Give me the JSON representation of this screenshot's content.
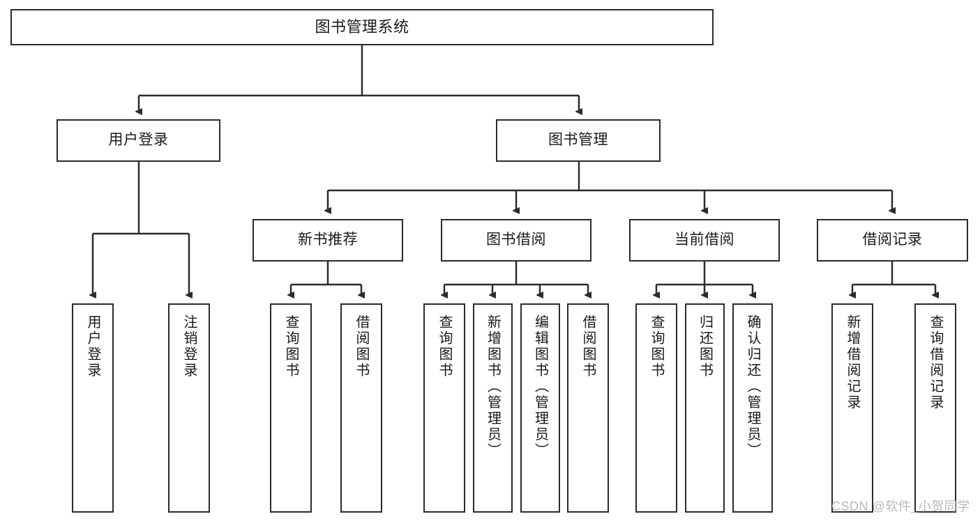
{
  "diagram": {
    "title": "图书管理系统",
    "root": {
      "label": "图书管理系统"
    },
    "level2": [
      {
        "label": "用户登录"
      },
      {
        "label": "图书管理"
      }
    ],
    "level3": [
      {
        "label": "新书推荐"
      },
      {
        "label": "图书借阅"
      },
      {
        "label": "当前借阅"
      },
      {
        "label": "借阅记录"
      }
    ],
    "leaves": {
      "user_login": [
        {
          "label": "用户登录"
        },
        {
          "label": "注销登录"
        }
      ],
      "new_book_recommend": [
        {
          "label": "查询图书"
        },
        {
          "label": "借阅图书"
        }
      ],
      "book_borrow": [
        {
          "label": "查询图书"
        },
        {
          "label": "新增图书（管理员）"
        },
        {
          "label": "编辑图书（管理员）"
        },
        {
          "label": "借阅图书"
        }
      ],
      "current_borrow": [
        {
          "label": "查询图书"
        },
        {
          "label": "归还图书"
        },
        {
          "label": "确认归还（管理员）"
        }
      ],
      "borrow_record": [
        {
          "label": "新增借阅记录"
        },
        {
          "label": "查询借阅记录"
        }
      ]
    }
  },
  "watermark": {
    "text": "CSDN @软件_小贺同学"
  },
  "colors": {
    "stroke": "#2b2b2b",
    "background": "#ffffff",
    "text": "#1a1a1a",
    "watermark": "#b9b9b9"
  }
}
